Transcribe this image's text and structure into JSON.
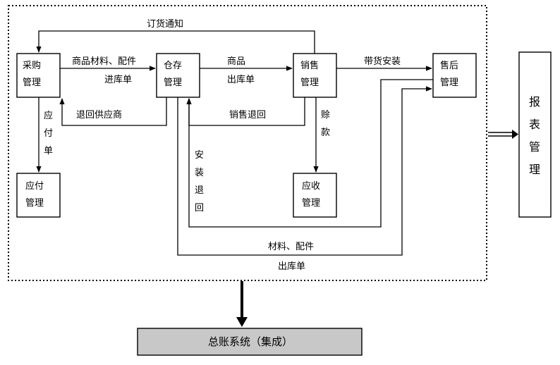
{
  "boxes": {
    "purchase": [
      "采购",
      "管理"
    ],
    "warehouse": [
      "仓存",
      "管理"
    ],
    "sales": [
      "销售",
      "管理"
    ],
    "aftersales": [
      "售后",
      "管理"
    ],
    "payable": [
      "应付",
      "管理"
    ],
    "receivable": [
      "应收",
      "管理"
    ],
    "report": [
      "报",
      "表",
      "管",
      "理"
    ],
    "ledger": "总账系统（集成）"
  },
  "flows": {
    "order_notice": "订货通知",
    "purchase_in_1": "商品材料、配件",
    "purchase_in_2": "进库单",
    "return_supplier": "退回供应商",
    "payable_vertical": [
      "应",
      "付",
      "单"
    ],
    "goods_out_1": "商品",
    "goods_out_2": "出库单",
    "sales_return": "销售退回",
    "install_return": [
      "安",
      "装",
      "退",
      "回"
    ],
    "credit_vertical": [
      "赊",
      "款"
    ],
    "delivery_install": "带货安装",
    "material_out_1": "材料、配件",
    "material_out_2": "出库单"
  },
  "colors": {
    "ledger_fill": "#c8c8c8",
    "line": "#000000"
  }
}
